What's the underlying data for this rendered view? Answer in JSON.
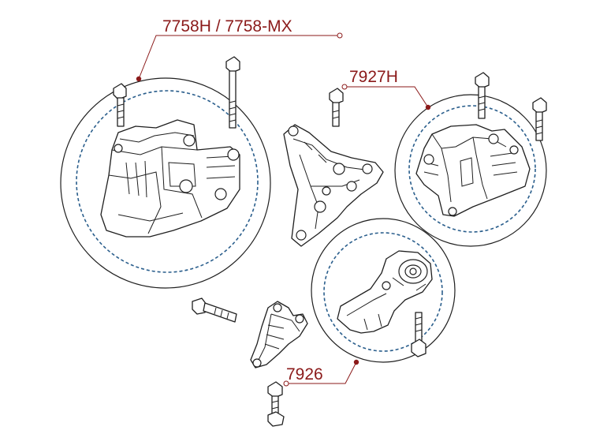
{
  "callouts": {
    "engine_mount": {
      "label": "7758H  / 7758-MX",
      "color": "#8b1a1a"
    },
    "trans_mount": {
      "label": "7927H",
      "color": "#8b1a1a"
    },
    "torque_mount": {
      "label": "7926",
      "color": "#8b1a1a"
    }
  },
  "colors": {
    "leader": "#8b1a1a",
    "dashed_circle": "#2a5e8c",
    "line_art": "#1f1f1f"
  },
  "icons": {
    "bolt": "bolt-icon",
    "mount": "mount-icon",
    "bracket": "bracket-icon"
  }
}
